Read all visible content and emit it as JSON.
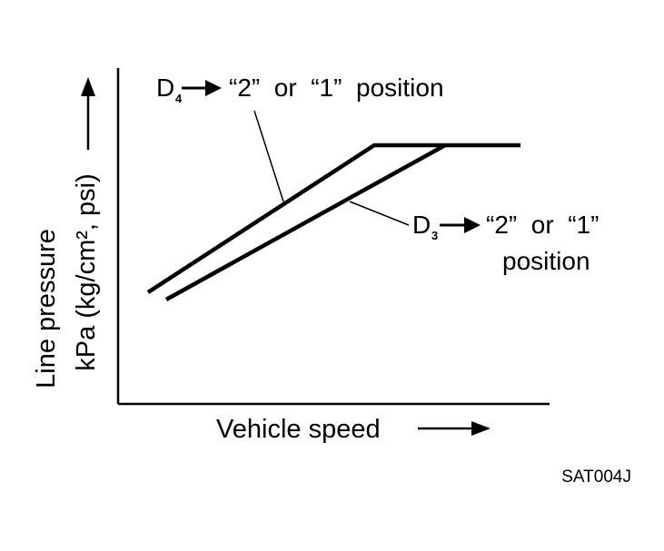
{
  "colors": {
    "ink": "#000000",
    "background": "#ffffff"
  },
  "axes": {
    "ylabel_line1": "Line pressure",
    "ylabel_line2": "kPa (kg/cm², psi)",
    "xlabel": "Vehicle speed"
  },
  "curve_d4": {
    "gear": "D",
    "gear_sub": "4",
    "text": "“2”  or  “1”  position"
  },
  "curve_d3": {
    "gear": "D",
    "gear_sub": "3",
    "text_line1": "“2”  or  “1”",
    "text_line2": "position"
  },
  "figure_code": "SAT004J"
}
